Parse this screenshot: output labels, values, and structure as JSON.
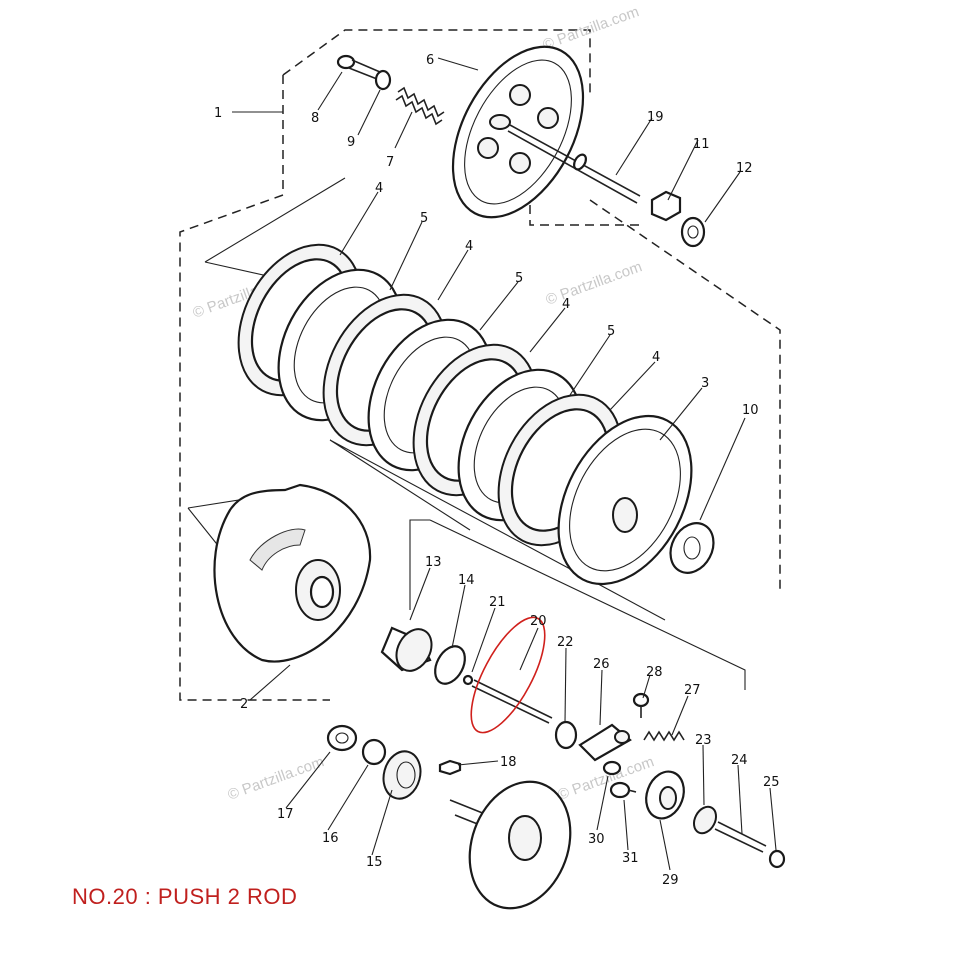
{
  "caption": "NO.20 : PUSH 2 ROD",
  "watermark": "© Partzilla.com",
  "highlight_color": "#d0201c",
  "caption_color": "#c0201e",
  "part_labels": [
    "1",
    "2",
    "3",
    "4",
    "4",
    "4",
    "4",
    "5",
    "5",
    "5",
    "6",
    "7",
    "8",
    "9",
    "10",
    "11",
    "12",
    "13",
    "14",
    "15",
    "16",
    "17",
    "18",
    "19",
    "20",
    "21",
    "22",
    "23",
    "24",
    "25",
    "26",
    "27",
    "28",
    "29",
    "30",
    "31"
  ]
}
